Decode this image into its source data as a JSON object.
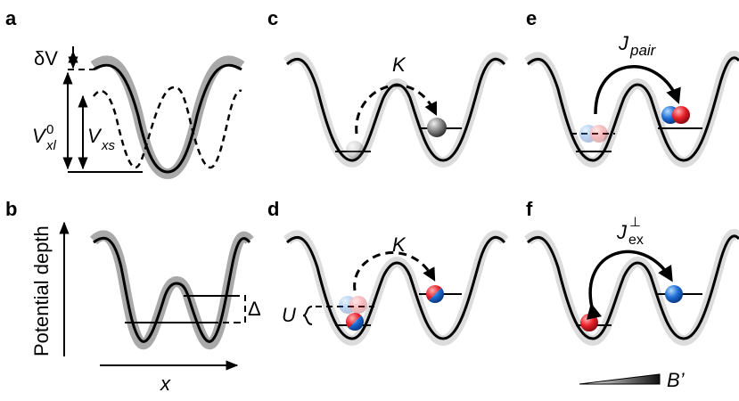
{
  "panels": {
    "a": {
      "letter": "a",
      "delta_v": "δV",
      "v_xl_base": "V",
      "v_xl_sup": "0",
      "v_xl_sub": "xl",
      "v_xs_base": "V",
      "v_xs_sub": "xs"
    },
    "b": {
      "letter": "b",
      "ylabel": "Potential depth",
      "xlabel": "x",
      "delta": "Δ"
    },
    "c": {
      "letter": "c",
      "hop_label": "K"
    },
    "d": {
      "letter": "d",
      "hop_label": "K",
      "u_label": "U"
    },
    "e": {
      "letter": "e",
      "hop_base": "J",
      "hop_sub": "pair"
    },
    "f": {
      "letter": "f",
      "hop_base": "J",
      "hop_sup": "⊥",
      "hop_sub": "ex"
    },
    "gradient": {
      "label": "B’"
    }
  },
  "colors": {
    "line": "#000000",
    "band": "#a9a9a9",
    "band_light": "#dcdcdc",
    "spin_red": "#e8202a",
    "spin_blue": "#1f6fd6",
    "neutral_atom": "#777777"
  },
  "icons": {
    "atom": "sphere-icon",
    "hop_arrow": "curved-arrow-icon"
  }
}
